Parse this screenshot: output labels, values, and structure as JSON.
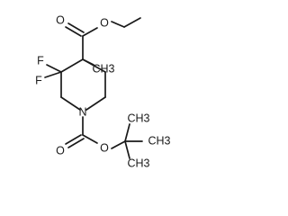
{
  "molecule": {
    "atoms": [
      {
        "id": "O_ester_carbonyl",
        "symbol": "O"
      },
      {
        "id": "O_ester_ether",
        "symbol": "O"
      },
      {
        "id": "F_upper",
        "symbol": "F"
      },
      {
        "id": "F_lower",
        "symbol": "F"
      },
      {
        "id": "C_methyl",
        "symbol": "CH3"
      },
      {
        "id": "N_ring",
        "symbol": "N"
      },
      {
        "id": "O_boc_carbonyl",
        "symbol": "O"
      },
      {
        "id": "O_boc_ether",
        "symbol": "O"
      },
      {
        "id": "C_tbu_top",
        "symbol": "CH3"
      },
      {
        "id": "C_tbu_right",
        "symbol": "CH3"
      },
      {
        "id": "C_tbu_bottom",
        "symbol": "CH3"
      }
    ]
  }
}
